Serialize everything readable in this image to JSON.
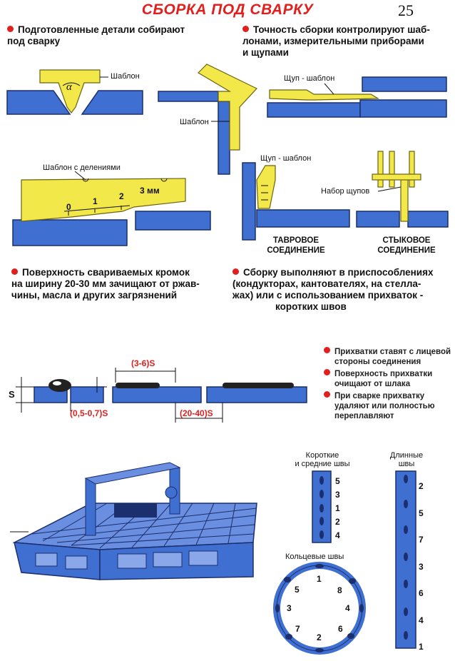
{
  "page": {
    "title": "СБОРКА ПОД СВАРКУ",
    "number": "25"
  },
  "bullets": {
    "b1": [
      "Подготовленные детали собирают",
      "под сварку"
    ],
    "b2": [
      "Точность сборки контролируют шаб-",
      "лонами, измерительными приборами",
      "и щупами"
    ],
    "b3": [
      "Поверхность свариваемых кромок",
      "на ширину 20-30 мм зачищают от ржав-",
      "чины, масла и других загрязнений"
    ],
    "b4": [
      "Сборку выполняют в приспособлениях",
      "(кондукторах, кантователях, на стелла-",
      "жах) или с использованием прихваток -",
      "коротких швов"
    ]
  },
  "labels": {
    "shablon1": "Шаблон",
    "alpha": "α",
    "shablon2": "Шаблон",
    "shchup1": "Щуп - шаблон",
    "shablon_del": "Шаблон с делениями",
    "scale": [
      "0",
      "1",
      "2",
      "3 мм"
    ],
    "shchup2": "Щуп - шаблон",
    "nabor": "Набор щупов",
    "tavr": [
      "ТАВРОВОЕ",
      "СОЕДИНЕНИЕ"
    ],
    "styk": [
      "СТЫКОВОЕ",
      "СОЕДИНЕНИЕ"
    ]
  },
  "dims": {
    "s": "S",
    "d1": "(0,5-0,7)S",
    "d2": "(3-6)S",
    "d3": "(20-40)S"
  },
  "notes": [
    [
      "Прихватки ставят с лицевой",
      "стороны соединения"
    ],
    [
      "Поверхность прихватки",
      "очищают от шлака"
    ],
    [
      "При сварке прихватку",
      "удаляют или полностью",
      "переплавляют"
    ]
  ],
  "seams": {
    "short_title": [
      "Короткие",
      "и средние швы"
    ],
    "short_order": [
      "5",
      "3",
      "1",
      "2",
      "4"
    ],
    "long_title": [
      "Длинные",
      "швы"
    ],
    "long_order": [
      "2",
      "5",
      "7",
      "3",
      "6",
      "4",
      "1"
    ],
    "ring_title": "Кольцевые швы",
    "ring_order": [
      "1",
      "8",
      "4",
      "6",
      "2",
      "7",
      "3",
      "5"
    ]
  },
  "colors": {
    "blue": "#3f6fd0",
    "yellow": "#f3e84a",
    "red": "#e0201e",
    "navy": "#1b2f6e"
  }
}
